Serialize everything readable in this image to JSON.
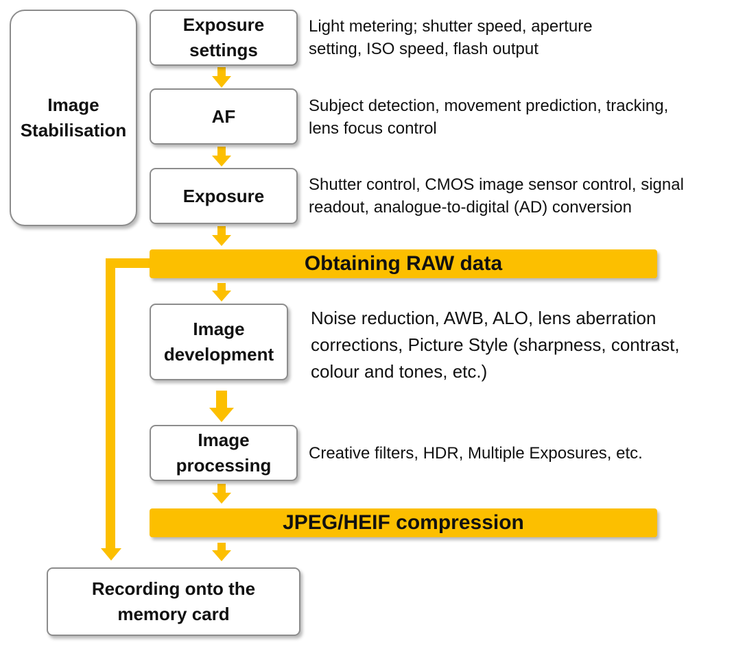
{
  "stabilisation": {
    "line1": "Image",
    "line2": "Stabilisation"
  },
  "steps": {
    "exposure_settings": {
      "line1": "Exposure",
      "line2": "settings"
    },
    "af": {
      "label": "AF"
    },
    "exposure": {
      "label": "Exposure"
    },
    "development": {
      "line1": "Image",
      "line2": "development"
    },
    "processing": {
      "line1": "Image",
      "line2": "processing"
    },
    "recording": {
      "line1": "Recording onto the",
      "line2": "memory card"
    }
  },
  "bars": {
    "raw": "Obtaining RAW data",
    "compression": "JPEG/HEIF compression"
  },
  "descriptions": {
    "exposure_settings": {
      "line1": "Light metering; shutter speed, aperture",
      "line2": "setting, ISO speed, flash output"
    },
    "af": {
      "line1": "Subject detection, movement prediction, tracking,",
      "line2": "lens focus control"
    },
    "exposure": {
      "line1": "Shutter control, CMOS image sensor control, signal",
      "line2": "readout, analogue-to-digital (AD) conversion"
    },
    "development": {
      "line1": "Noise reduction, AWB, ALO, lens aberration",
      "line2": "corrections, Picture Style (sharpness, contrast,",
      "line3": "colour and tones, etc.)"
    },
    "processing": {
      "line1": "Creative filters, HDR, Multiple Exposures, etc."
    }
  },
  "colors": {
    "accent": "#fcbf00",
    "border": "#8c8c8c"
  }
}
